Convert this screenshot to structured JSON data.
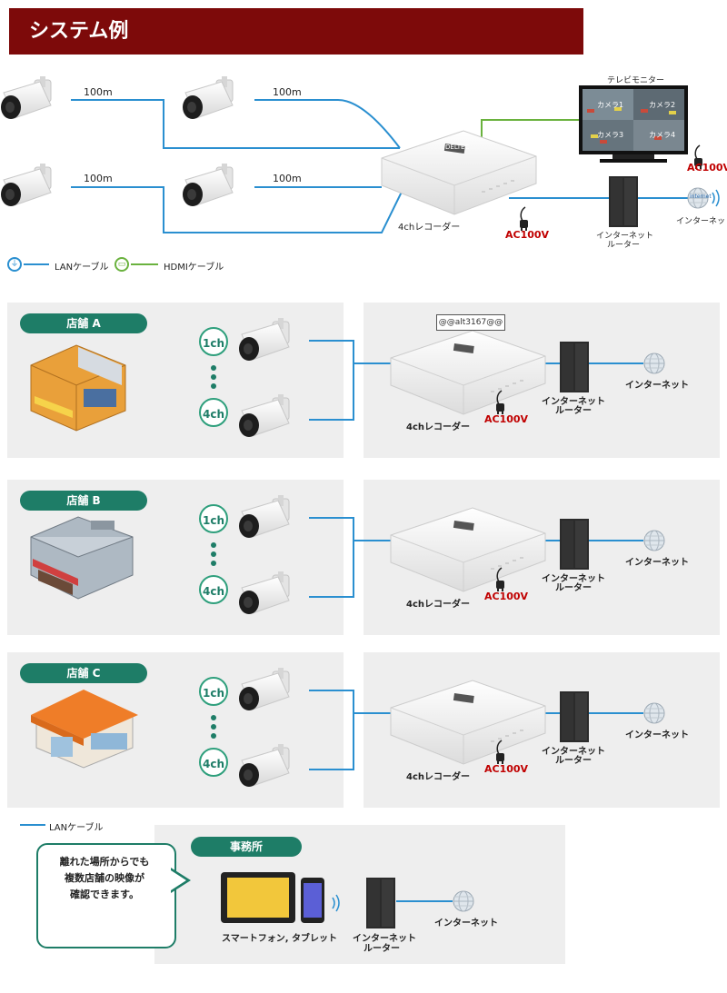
{
  "header": {
    "title": "システム例"
  },
  "top": {
    "cable_length": "100m",
    "recorder_label": "4chレコーダー",
    "recorder_brand": "DELTEC",
    "ac_label": "AC100V",
    "monitor_label": "テレビモニター",
    "camera_tiles": [
      "カメラ1",
      "カメラ2",
      "カメラ3",
      "カメラ4"
    ],
    "router_label_1": "インターネット",
    "router_label_2": "ルーター",
    "internet_label": "インターネット",
    "globe_text": "internet"
  },
  "legend": {
    "lan": "LANケーブル",
    "hdmi": "HDMIケーブル"
  },
  "watermark": "@@alt3167@@",
  "stores": [
    {
      "name": "店舗 A"
    },
    {
      "name": "店舗 B"
    },
    {
      "name": "店舗 C"
    }
  ],
  "store_common": {
    "ch_first": "1ch",
    "ch_last": "4ch",
    "recorder_label": "4chレコーダー",
    "ac_label": "AC100V",
    "router_label_1": "インターネット",
    "router_label_2": "ルーター",
    "internet_label": "インターネット"
  },
  "bottom_legend": {
    "lan": "LANケーブル"
  },
  "office": {
    "name": "事務所",
    "bubble_lines": [
      "離れた場所からでも",
      "複数店舗の映像が",
      "確認できます。"
    ],
    "device_label": "スマートフォン, タブレット",
    "router_label_1": "インターネット",
    "router_label_2": "ルーター",
    "internet_label": "インターネット"
  },
  "colors": {
    "lan": "#2a8fd0",
    "hdmi": "#6ab23e",
    "header": "#7d0a0a",
    "pill": "#1e7d67",
    "ac": "#c00000"
  }
}
